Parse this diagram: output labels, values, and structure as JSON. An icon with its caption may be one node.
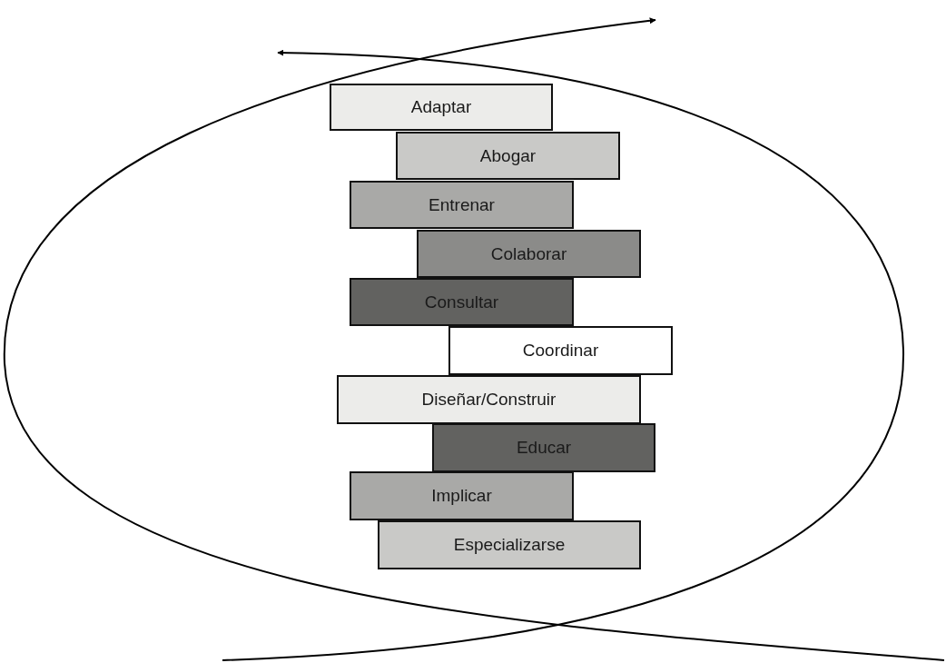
{
  "diagram": {
    "nodes": [
      {
        "text": [
          "Adaptar"
        ]
      },
      {
        "text": [
          "Abogar"
        ]
      },
      {
        "text": [
          "Entrenar"
        ]
      },
      {
        "text": [
          "Colaborar"
        ]
      },
      {
        "text": [
          "Consultar"
        ]
      },
      {
        "text": [
          "Coordinar"
        ]
      },
      {
        "text": [
          "Diseñar/Construir"
        ]
      },
      {
        "text": [
          "Educar"
        ]
      },
      {
        "text": [
          "Implicar"
        ]
      },
      {
        "text": [
          "Especializarse"
        ]
      }
    ]
  }
}
